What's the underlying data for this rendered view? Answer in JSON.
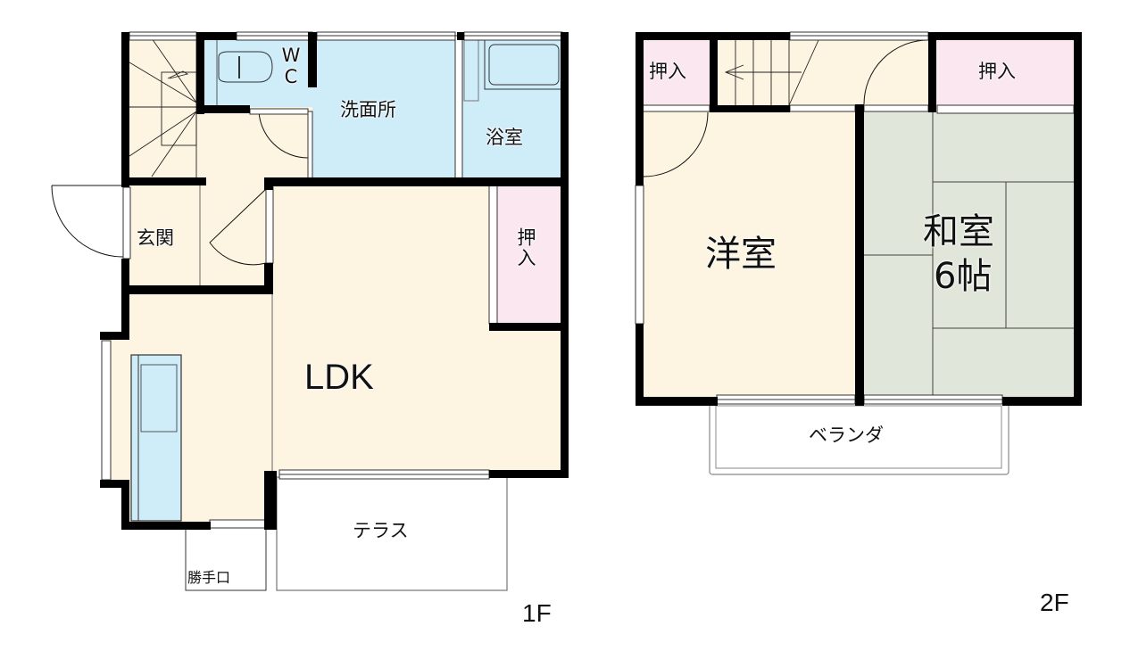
{
  "colors": {
    "wall": "#000000",
    "floor_wood": "#fdf5e2",
    "floor_wet": "#cfecf9",
    "closet": "#fbe7f0",
    "tatami": "#e0e6d9",
    "outside": "#ffffff",
    "line": "#333333"
  },
  "floors": [
    {
      "id": "1F",
      "label": "1F",
      "rooms": [
        {
          "key": "stairs",
          "label": ""
        },
        {
          "key": "wc",
          "label": "WC",
          "label_lines": [
            "W",
            "C"
          ]
        },
        {
          "key": "washroom",
          "label": "洗面所"
        },
        {
          "key": "bath",
          "label": "浴室"
        },
        {
          "key": "entrance",
          "label": "玄関"
        },
        {
          "key": "closet",
          "label": "押入"
        },
        {
          "key": "ldk",
          "label": "LDK"
        },
        {
          "key": "terrace",
          "label": "テラス"
        },
        {
          "key": "back_door",
          "label": "勝手口"
        }
      ]
    },
    {
      "id": "2F",
      "label": "2F",
      "rooms": [
        {
          "key": "closet_left",
          "label": "押入"
        },
        {
          "key": "stairs",
          "label": ""
        },
        {
          "key": "closet_right",
          "label": "押入"
        },
        {
          "key": "western_room",
          "label": "洋室"
        },
        {
          "key": "japanese_room",
          "label": "和室",
          "size": "6帖"
        },
        {
          "key": "veranda",
          "label": "ベランダ"
        }
      ]
    }
  ]
}
